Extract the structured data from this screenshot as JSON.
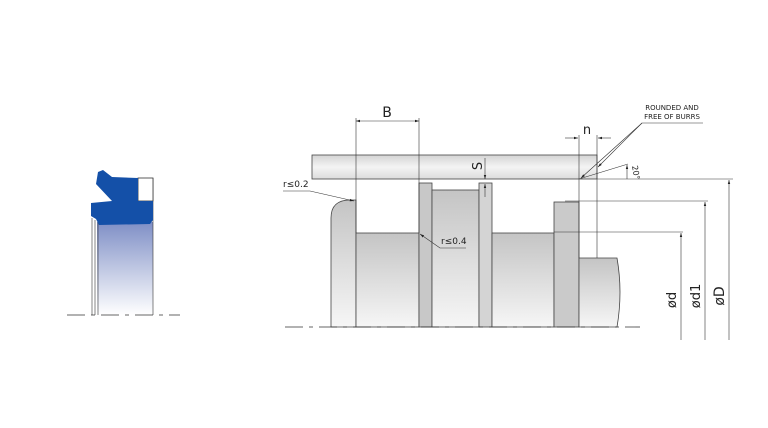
{
  "labels": {
    "width": "B",
    "radius_outer": "r≤0.2",
    "radius_inner": "r≤0.4",
    "section": "S",
    "chamfer_length": "n",
    "note_line1": "ROUNDED AND",
    "note_line2": "FREE OF BURRS",
    "angle": "20°",
    "dia_d": "ød",
    "dia_d1": "ød1",
    "dia_D": "øD"
  },
  "colors": {
    "seal": "#1450a8",
    "metal_dark": "#c8c8c8",
    "metal_light": "#f4f4f4"
  }
}
